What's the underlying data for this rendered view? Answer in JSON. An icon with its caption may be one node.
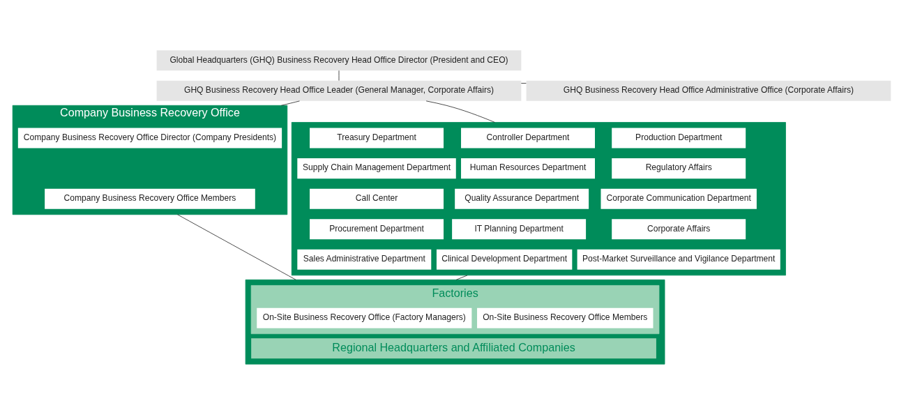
{
  "diagram": {
    "nodes": [
      {
        "text": [
          "Global Headquarters (GHQ) Business Recovery Head Office Director (President and CEO)"
        ]
      },
      {
        "text": [
          "GHQ Business Recovery Head Office Leader (General Manager, Corporate Affairs)"
        ]
      },
      {
        "text": [
          "GHQ Business Recovery Head Office Administrative Office (Corporate Affairs)"
        ]
      },
      {
        "text": [
          "Company Business Recovery Office"
        ]
      },
      {
        "text": [
          "Company Business Recovery Office Director (Company Presidents)"
        ],
        "in": 3
      },
      {
        "text": [
          "Company Business Recovery Office Members"
        ],
        "in": 3
      },
      {
        "text": [],
        "shape": "box"
      },
      {
        "text": [
          "Treasury Department"
        ],
        "in": 6
      },
      {
        "text": [
          "Controller Department"
        ],
        "in": 6
      },
      {
        "text": [
          "Production Department"
        ],
        "in": 6
      },
      {
        "text": [
          "Supply Chain Management Department"
        ],
        "in": 6
      },
      {
        "text": [
          "Human Resources Department"
        ],
        "in": 6
      },
      {
        "text": [
          "Regulatory Affairs"
        ],
        "in": 6
      },
      {
        "text": [
          "Call Center"
        ],
        "in": 6
      },
      {
        "text": [
          "Quality Assurance Department"
        ],
        "in": 6
      },
      {
        "text": [
          "Corporate Communication Department"
        ],
        "in": 6
      },
      {
        "text": [
          "Procurement Department"
        ],
        "in": 6
      },
      {
        "text": [
          "IT Planning Department"
        ],
        "in": 6
      },
      {
        "text": [
          "Corporate Affairs"
        ],
        "in": 6
      },
      {
        "text": [
          "Sales Administrative Department"
        ],
        "in": 6
      },
      {
        "text": [
          "Clinical Development Department"
        ],
        "in": 6
      },
      {
        "text": [
          "Post-Market Surveillance and Vigilance Department"
        ],
        "in": 6
      },
      {
        "text": [],
        "shape": "box"
      },
      {
        "text": [
          "Factories"
        ],
        "in": 22
      },
      {
        "text": [
          "On-Site Business Recovery Office (Factory Managers)"
        ],
        "in": 23
      },
      {
        "text": [
          "On-Site Business Recovery Office Members"
        ],
        "in": 23
      },
      {
        "text": [
          "Regional Headquarters and Affiliated Companies"
        ],
        "in": 22
      }
    ],
    "edges": [
      {
        "from": 0,
        "to": 1,
        "arrow": "none"
      },
      {
        "from": 1,
        "to": 2,
        "arrow": "none"
      },
      {
        "from": 1,
        "to": 3,
        "arrow": "none"
      },
      {
        "from": 1,
        "to": 6,
        "arrow": "none"
      },
      {
        "from": 3,
        "to": 22,
        "arrow": "none"
      },
      {
        "from": 6,
        "to": 22,
        "arrow": "none"
      }
    ]
  }
}
